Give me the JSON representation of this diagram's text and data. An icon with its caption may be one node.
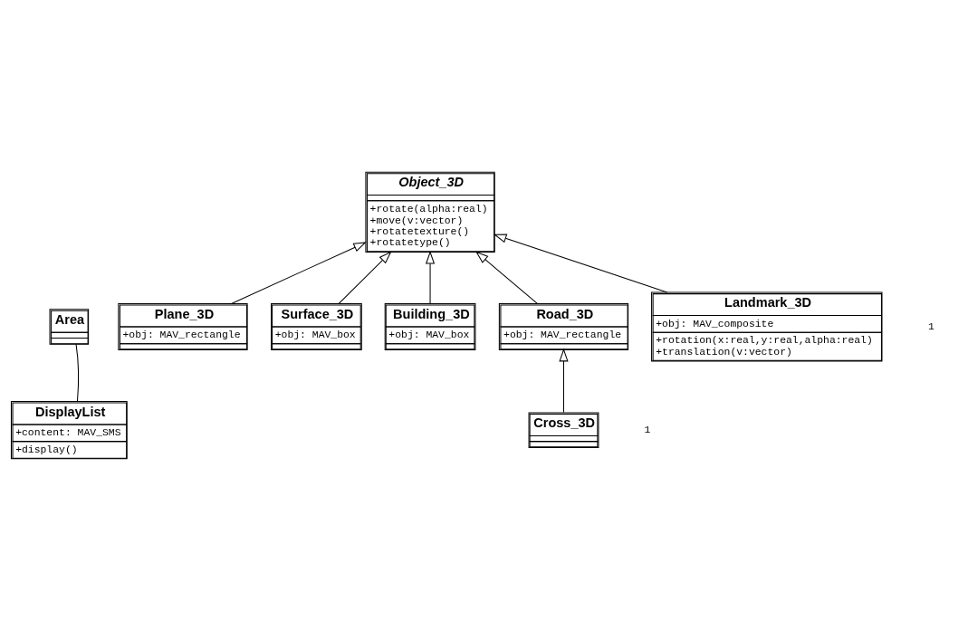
{
  "diagram": {
    "nodes": [
      {
        "text": [
          "Area"
        ]
      },
      {
        "text": [
          "DisplayList",
          "+content: MAV_SMS",
          "+display()"
        ]
      },
      {
        "text": [
          "Object_3D",
          "+rotate(alpha:real) +move(v:vector) +rotatetexture() +rotatetype()"
        ]
      },
      {
        "text": [
          "Plane_3D",
          "+obj: MAV_rectangle"
        ]
      },
      {
        "text": [
          "Surface_3D",
          "+obj: MAV_box"
        ]
      },
      {
        "text": [
          "Building_3D",
          "+obj: MAV_box"
        ]
      },
      {
        "text": [
          "Road_3D",
          "+obj: MAV_rectangle"
        ]
      },
      {
        "text": [
          "Landmark_3D",
          "+obj: MAV_composite",
          "+rotation(x:real,y:real,alpha:real) +translation(v:vector)"
        ]
      },
      {
        "text": [
          "Cross_3D"
        ]
      }
    ],
    "edges": [
      {
        "from": 0,
        "to": 1,
        "arrow": "none"
      },
      {
        "from": 3,
        "to": 2,
        "arrow": "to"
      },
      {
        "from": 4,
        "to": 2,
        "arrow": "to"
      },
      {
        "from": 7,
        "to": 2,
        "arrow": "to"
      },
      {
        "from": 5,
        "to": 2,
        "arrow": "to"
      },
      {
        "from": 6,
        "to": 2,
        "arrow": "to"
      },
      {
        "from": 8,
        "to": 6,
        "arrow": "to"
      }
    ],
    "labels": [
      "1",
      "1"
    ]
  }
}
